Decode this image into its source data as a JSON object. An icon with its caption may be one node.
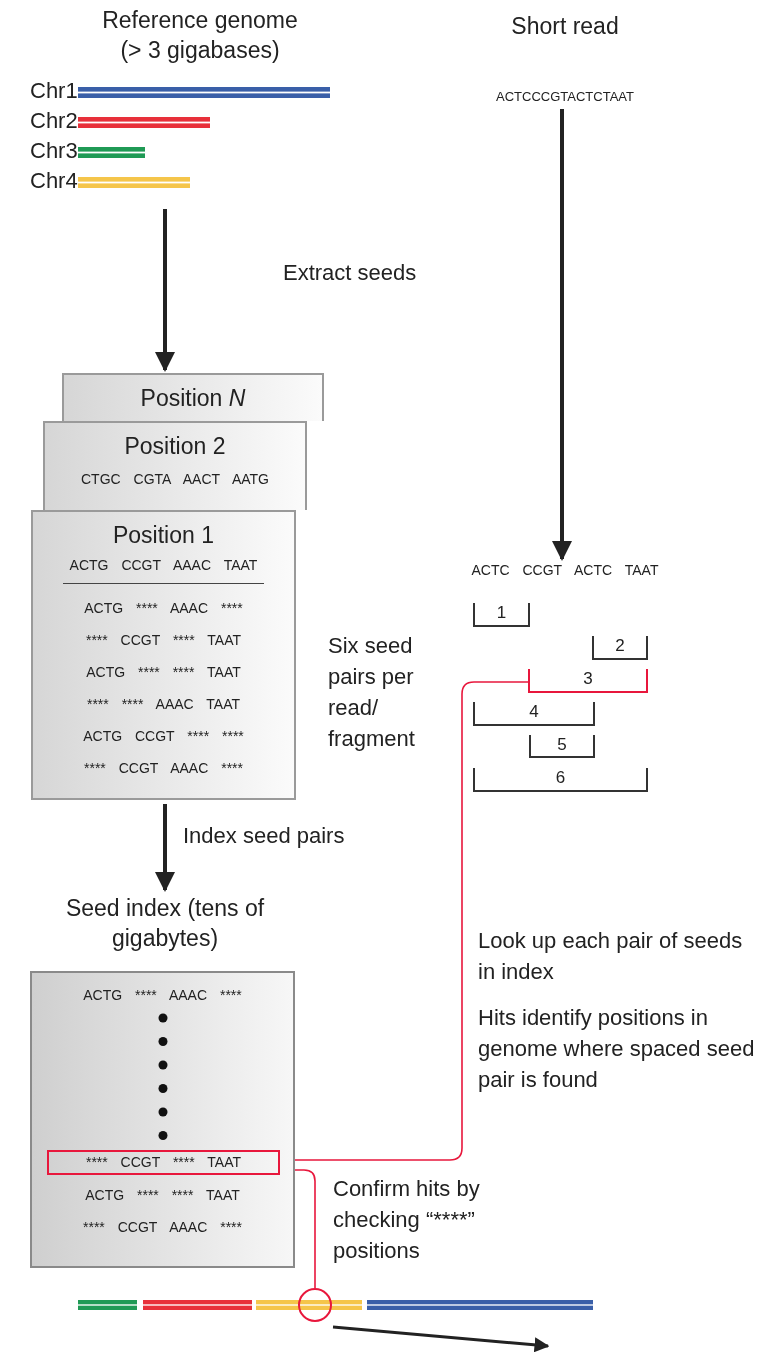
{
  "diagram": {
    "nodes": [
      {
        "text": [
          "Reference genome (> 3 gigabases)"
        ]
      },
      {
        "text": [
          "Chr1"
        ],
        "in": 0
      },
      {
        "text": [
          "Chr2"
        ],
        "in": 0
      },
      {
        "text": [
          "Chr3"
        ],
        "in": 0
      },
      {
        "text": [
          "Chr4"
        ],
        "in": 0
      },
      {
        "text": [
          "Short read",
          "ACTCCCGTACTCTAAT"
        ]
      },
      {
        "text": [
          "Position *N*"
        ]
      },
      {
        "text": [
          "Position 2",
          "CTGC CGTA AACT AATG"
        ]
      },
      {
        "text": [
          "Position 1",
          "ACTG CCGT AAAC TAAT",
          "ACTG **** AAAC ****",
          "**** CCGT **** TAAT",
          "ACTG **** **** TAAT",
          "**** **** AAAC TAAT",
          "ACTG CCGT **** ****",
          "**** CCGT AAAC ****"
        ]
      },
      {
        "text": [
          "ACTC CCGT ACTC TAAT"
        ]
      },
      {
        "text": [
          "1"
        ]
      },
      {
        "text": [
          "2"
        ]
      },
      {
        "text": [
          "3"
        ]
      },
      {
        "text": [
          "4"
        ]
      },
      {
        "text": [
          "5"
        ]
      },
      {
        "text": [
          "6"
        ]
      },
      {
        "text": [
          "Seed index (tens of gigabytes)",
          "ACTG **** AAAC ****",
          "ACTG **** **** TAAT",
          "**** CCGT AAAC ****"
        ]
      },
      {
        "text": [
          "**** CCGT **** TAAT"
        ],
        "in": 16
      },
      {
        "text": [],
        "shape": "bar"
      },
      {
        "text": [],
        "shape": "circle"
      }
    ],
    "edges": [
      {
        "from": 0,
        "to": 6,
        "arrow": "to"
      },
      {
        "from": 5,
        "to": 9,
        "arrow": "to"
      },
      {
        "from": 8,
        "to": 16,
        "arrow": "to",
        "label": "Index seed pairs"
      },
      {
        "from": 12,
        "to": 17,
        "arrow": "none",
        "color": "#e8173c"
      },
      {
        "from": 17,
        "to": 19,
        "arrow": "none",
        "color": "#e8173c"
      }
    ],
    "labels": [
      "Extract seeds",
      "Six seed pairs per read/ fragment",
      "Look up each pair of seeds in index",
      "Hits identify positions in genome where spaced seed pair is found",
      "Confirm hits by checking “****” positions"
    ]
  }
}
